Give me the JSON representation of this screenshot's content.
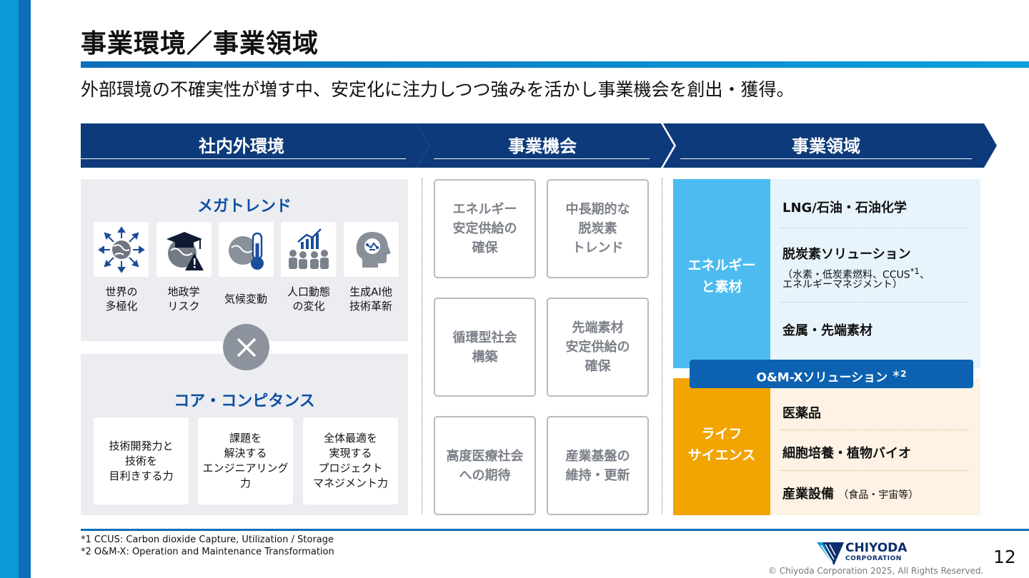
{
  "title": "事業環境／事業領域",
  "subtitle": "外部環境の不確実性が増す中、安定化に注力しつつ強みを活かし事業機会を創出・獲得。",
  "headers": [
    "社内外環境",
    "事業機会",
    "事業領域"
  ],
  "megatrend": {
    "heading": "メガトレンド",
    "items": [
      {
        "icon": "globe-arrows-icon",
        "label1": "世界の",
        "label2": "多極化"
      },
      {
        "icon": "graduation-cap-globe-icon",
        "label1": "地政学",
        "label2": "リスク"
      },
      {
        "icon": "globe-thermometer-icon",
        "label1": "気候変動",
        "label2": ""
      },
      {
        "icon": "people-chart-icon",
        "label1": "人口動態",
        "label2": "の変化"
      },
      {
        "icon": "ai-head-icon",
        "label1": "生成AI他",
        "label2": "技術革新"
      }
    ]
  },
  "cross_icon": "close-icon",
  "core": {
    "heading": "コア・コンピタンス",
    "items": [
      {
        "l1": "技術開発力と",
        "l2": "技術を",
        "l3": "目利きする力",
        "l4": ""
      },
      {
        "l1": "課題を",
        "l2": "解決する",
        "l3": "エンジニアリング力",
        "l4": ""
      },
      {
        "l1": "全体最適を",
        "l2": "実現する",
        "l3": "プロジェクト",
        "l4": "マネジメント力"
      }
    ]
  },
  "opportunities": [
    {
      "l1": "エネルギー",
      "l2": "安定供給の",
      "l3": "確保"
    },
    {
      "l1": "中長期的な",
      "l2": "脱炭素",
      "l3": "トレンド"
    },
    {
      "l1": "循環型社会",
      "l2": "構築",
      "l3": ""
    },
    {
      "l1": "先端素材",
      "l2": "安定供給の",
      "l3": "確保"
    },
    {
      "l1": "高度医療社会",
      "l2": "への期待",
      "l3": ""
    },
    {
      "l1": "産業基盤の",
      "l2": "維持・更新",
      "l3": ""
    }
  ],
  "domains": {
    "energy": {
      "label1": "エネルギー",
      "label2": "と素材",
      "item1": "LNG/石油・石油化学",
      "item2": "脱炭素ソリューション",
      "item2_sub1": "（水素・低炭素燃料、CCUS",
      "item2_sub1_sup": "*1",
      "item2_sub1_end": "、",
      "item2_sub2": "エネルギーマネジメント）",
      "item3": "金属・先端素材"
    },
    "om": {
      "label": "O&M-Xソリューション",
      "note": "＊2"
    },
    "life": {
      "label1": "ライフ",
      "label2": "サイエンス",
      "item1": "医薬品",
      "item2": "細胞培養・植物バイオ",
      "item3": "産業設備",
      "item3_note": "（食品・宇宙等）"
    }
  },
  "footnotes": [
    "*1 CCUS: Carbon dioxide Capture, Utilization / Storage",
    "*2 O&M-X: Operation and Maintenance Transformation"
  ],
  "logo": {
    "line1": "CHIYODA",
    "line2": "CORPORATION"
  },
  "page_number": "12",
  "copyright": "© Chiyoda Corporation 2025, All Rights Reserved.",
  "colors": {
    "navy": "#0d3a7a",
    "blue": "#0c6fb8",
    "cyan": "#0a9bd6",
    "energy": "#4cbcf0",
    "life": "#f2a400",
    "megatrend_heading": "#0d4fa0"
  }
}
